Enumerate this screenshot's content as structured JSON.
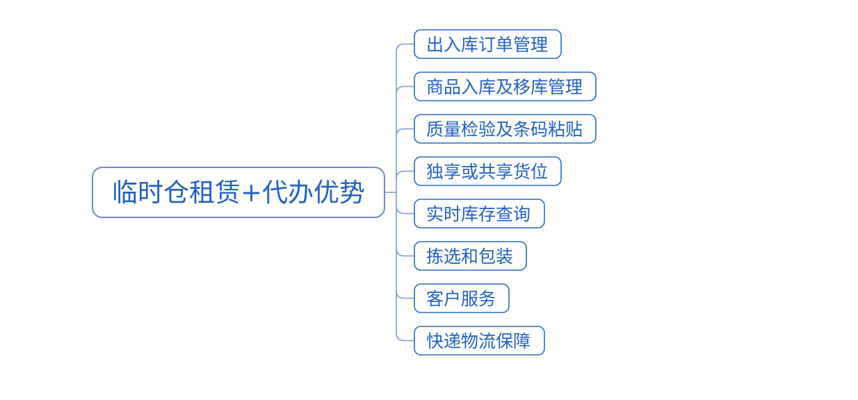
{
  "colors": {
    "background": "#ffffff",
    "root_border": "#7088c8",
    "branch_border": "#2a6bbf",
    "connector_line": "#8aa3d6",
    "text": "#2361c4"
  },
  "mindmap": {
    "root": {
      "label": "临时仓租赁+代办优势"
    },
    "branches": [
      {
        "label": "出入库订单管理"
      },
      {
        "label": "商品入库及移库管理"
      },
      {
        "label": "质量检验及条码粘贴"
      },
      {
        "label": "独享或共享货位"
      },
      {
        "label": "实时库存查询"
      },
      {
        "label": "拣选和包装"
      },
      {
        "label": "客户服务"
      },
      {
        "label": "快递物流保障"
      }
    ]
  }
}
